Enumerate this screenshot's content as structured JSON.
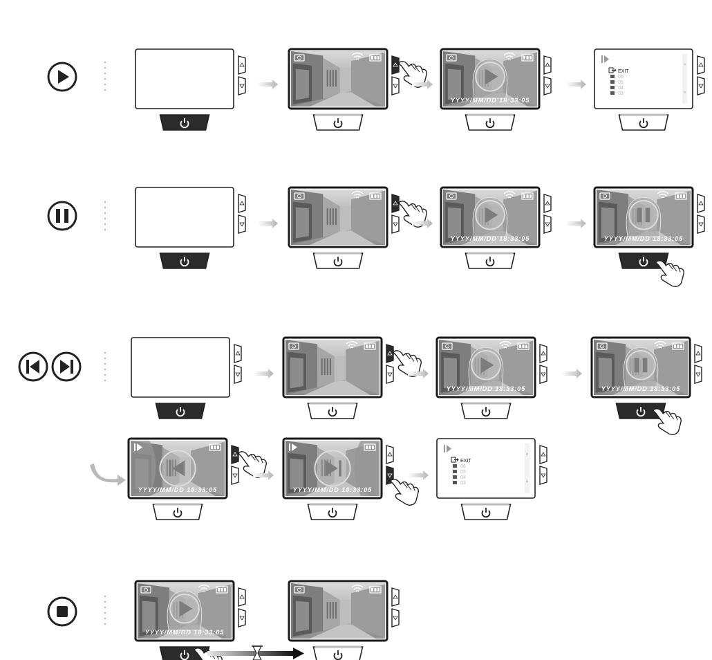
{
  "colors": {
    "ink": "#222222",
    "screen_gray": "#9a9a9a",
    "overlay_gray": "#7d7d7d",
    "menu_text": "#b5b5b5",
    "button_dark": "#2b2b2b",
    "arrow_gray": "#b9b9b9"
  },
  "icons": {
    "play": "play-circle-icon",
    "pause": "pause-circle-icon",
    "prev": "previous-track-circle-icon",
    "next": "next-track-circle-icon",
    "stop": "stop-circle-icon",
    "power": "power-icon",
    "up": "triangle-up-icon",
    "down": "triangle-down-icon",
    "hand": "pointing-hand-icon",
    "hourglass": "hourglass-icon",
    "camera": "camera-icon",
    "wifi": "wifi-icon",
    "battery": "battery-icon"
  },
  "screen_text": {
    "timestamp": "YYYY/MM/DD 18:33:05"
  },
  "menu": {
    "exit_label": "EXIT",
    "folders": [
      "06",
      "05",
      "04",
      "03"
    ]
  },
  "rows": [
    {
      "id": "play",
      "step_screens": [
        "blank",
        "photo",
        "photo-play",
        "menu"
      ],
      "pressed_buttons": [
        "power",
        "up",
        "none",
        "none"
      ]
    },
    {
      "id": "pause",
      "step_screens": [
        "blank",
        "photo",
        "photo-play",
        "photo-pause"
      ],
      "pressed_buttons": [
        "power",
        "up",
        "none",
        "power"
      ]
    },
    {
      "id": "prev-next",
      "step_screens": [
        "blank",
        "photo",
        "photo-play",
        "photo-pause",
        "photo-prev",
        "photo-next",
        "menu"
      ],
      "pressed_buttons": [
        "power",
        "up",
        "none",
        "power",
        "up",
        "down",
        "none"
      ]
    },
    {
      "id": "stop",
      "step_screens": [
        "photo-play",
        "photo"
      ],
      "pressed_buttons": [
        "power",
        "none"
      ]
    }
  ]
}
